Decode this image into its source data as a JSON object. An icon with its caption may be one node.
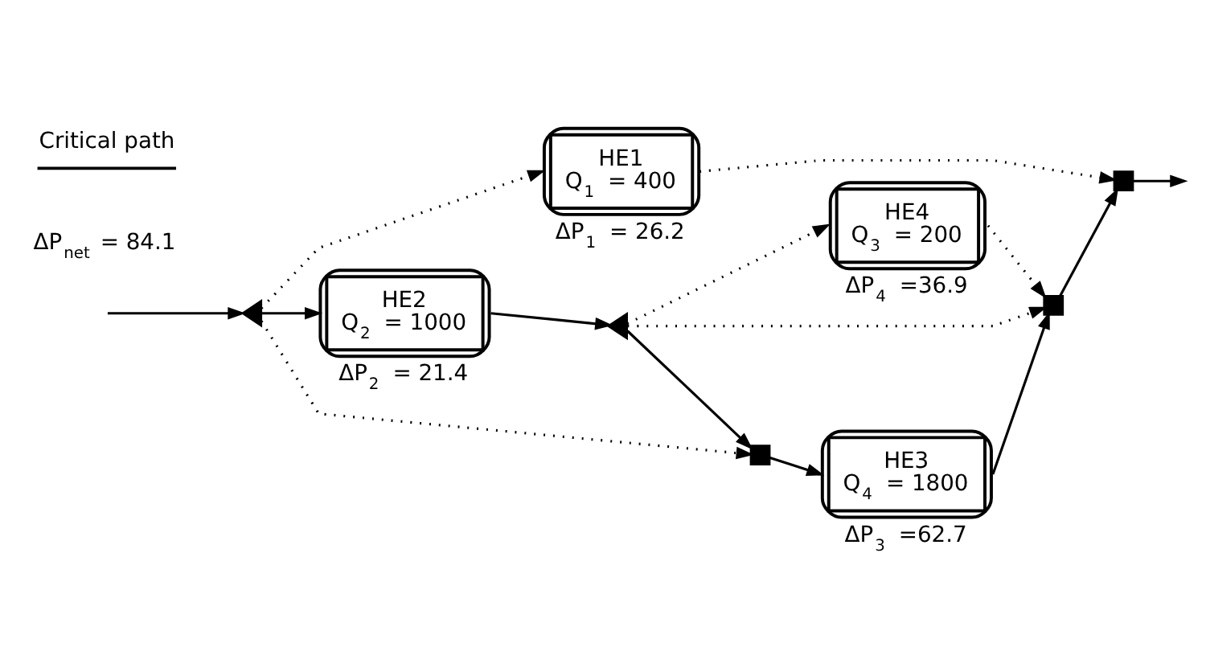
{
  "diagram": {
    "nodes": [
      {
        "text": [
          "HE1",
          "Q$_{1}$ = 400"
        ],
        "beside": [
          "ΔP$_{1}$ = 26.2"
        ]
      },
      {
        "text": [],
        "shape": "triangle"
      },
      {
        "text": [
          "HE4",
          "Q$_{3}$ = 200"
        ],
        "beside": [
          "ΔP$_{4}$ =36.9"
        ]
      },
      {
        "text": [],
        "shape": "box"
      },
      {
        "text": [
          "HE2",
          "Q$_{2}$ = 1000"
        ],
        "beside": [
          "ΔP$_{2}$ = 21.4"
        ]
      },
      {
        "text": [],
        "shape": "triangle"
      },
      {
        "text": [],
        "shape": "box"
      },
      {
        "text": [],
        "shape": "box"
      },
      {
        "text": [
          "HE3",
          "Q$_{4}$ = 1800"
        ],
        "beside": [
          "ΔP$_{3}$ =62.7"
        ]
      }
    ],
    "edges": [
      {
        "from": null,
        "to": 1,
        "arrow": "to"
      },
      {
        "from": 1,
        "to": 0,
        "arrow": "to",
        "style": "dashed"
      },
      {
        "from": 1,
        "to": 4,
        "arrow": "to"
      },
      {
        "from": 1,
        "to": 7,
        "arrow": "to",
        "style": "dashed"
      },
      {
        "from": 0,
        "to": 3,
        "arrow": "to",
        "style": "dashed"
      },
      {
        "from": 4,
        "to": 5,
        "arrow": "to"
      },
      {
        "from": 5,
        "to": 2,
        "arrow": "to",
        "style": "dashed"
      },
      {
        "from": 5,
        "to": 6,
        "arrow": "to",
        "style": "dashed"
      },
      {
        "from": 5,
        "to": 7,
        "arrow": "to"
      },
      {
        "from": 7,
        "to": 8,
        "arrow": "to"
      },
      {
        "from": 2,
        "to": 6,
        "arrow": "to",
        "style": "dashed"
      },
      {
        "from": 8,
        "to": 6,
        "arrow": "to"
      },
      {
        "from": 6,
        "to": 3,
        "arrow": "to"
      },
      {
        "from": 3,
        "to": null,
        "arrow": "to"
      }
    ],
    "labels": [
      "ΔP$_{net}$ = 84.1"
    ],
    "legend": [
      {
        "text": "Critical path"
      }
    ]
  }
}
